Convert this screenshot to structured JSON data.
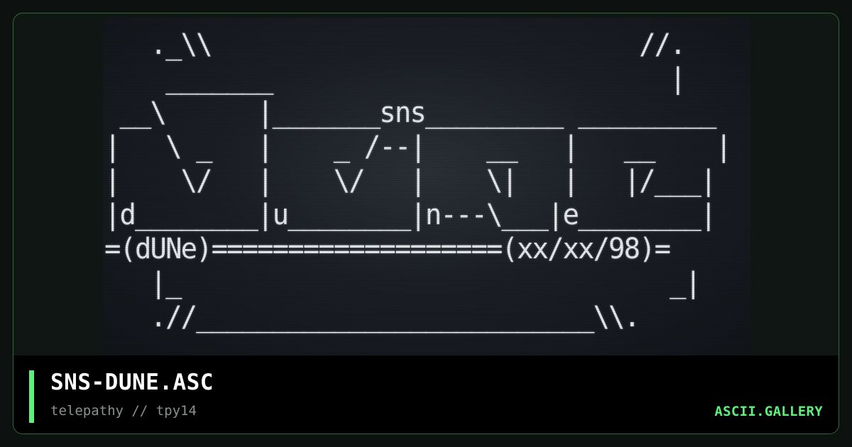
{
  "art": {
    "lines": [
      "   ._\\\\                            //.",
      "    _______                          |",
      " __\\      |_______sns_________ _________",
      "|   \\ _   |    _ /--|    __   |   __    |",
      "|    \\/   |    \\/   |    \\|   |   |/___|",
      "|d________|u________|n---\\___|e________|",
      "=(dUNe)===================(xx/xx/98)=",
      "   |_                                _|",
      "   .//__________________________\\\\."
    ]
  },
  "footer": {
    "title": "SNS-DUNE.ASC",
    "subtitle": "telepathy // tpy14",
    "brand": "ASCII.GALLERY"
  },
  "colors": {
    "accent": "#5ef07a",
    "frame_border": "#2f6b36",
    "background": "#0d1210",
    "footer_background": "#000000",
    "art_text": "#e6e8ec"
  }
}
